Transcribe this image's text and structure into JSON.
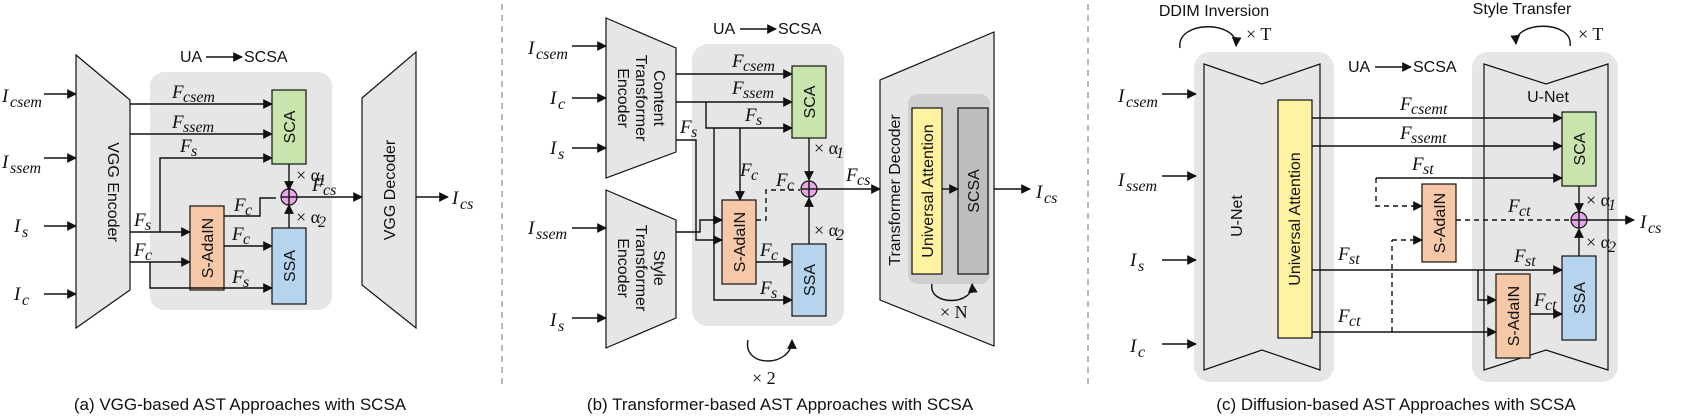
{
  "labels": {
    "ua_scsa": "UA",
    "ua_scsa_tail": "SCSA",
    "sca": "SCA",
    "ssa": "SSA",
    "sadain": "S-AdaIN",
    "vgg_encoder": "VGG Encoder",
    "vgg_decoder": "VGG Decoder",
    "content_encoder": [
      "Content",
      "Transformer",
      "Encoder"
    ],
    "style_encoder": [
      "Style",
      "Transformer",
      "Encoder"
    ],
    "transformer_decoder": "Transformer Decoder",
    "universal_attention": "Universal Attention",
    "scsa": "SCSA",
    "unet": "U-Net",
    "ddim_inversion": "DDIM Inversion",
    "style_transfer": "Style Transfer",
    "times_t": "× T",
    "times_n": "× N",
    "times_2": "× 2",
    "alpha1": "× α",
    "alpha2": "× α"
  },
  "inputs": {
    "i_csem": "I",
    "csem": "csem",
    "i_ssem": "I",
    "ssem": "ssem",
    "i_s": "I",
    "s": "s",
    "i_c": "I",
    "c": "c",
    "i_cs": "I",
    "cs": "cs"
  },
  "features": {
    "F": "F",
    "csem": "csem",
    "ssem": "ssem",
    "s": "s",
    "c": "c",
    "cs": "cs",
    "csemt": "csemt",
    "ssemt": "ssemt",
    "st": "st",
    "ct": "ct"
  },
  "captions": {
    "a": "(a) VGG-based AST Approaches with SCSA",
    "b": "(b) Transformer-based AST Approaches with SCSA",
    "c": "(c) Diffusion-based AST Approaches with SCSA"
  }
}
